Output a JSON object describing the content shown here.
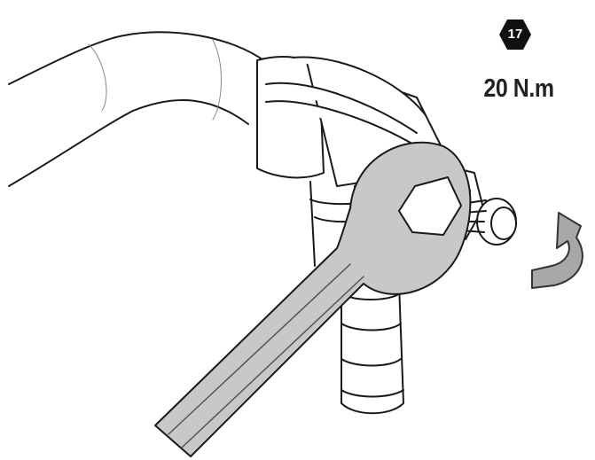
{
  "tool_size": "17",
  "torque": "20 N.m",
  "colors": {
    "outline": "#1a1a1a",
    "wrench_fill": "#c8c8c8",
    "arrow_fill": "#a8a8a8",
    "badge_fill": "#111111"
  },
  "icons": [
    "hex-nut-icon",
    "rotation-arrow-icon",
    "wrench-illustration",
    "pipe-fitting-illustration"
  ]
}
